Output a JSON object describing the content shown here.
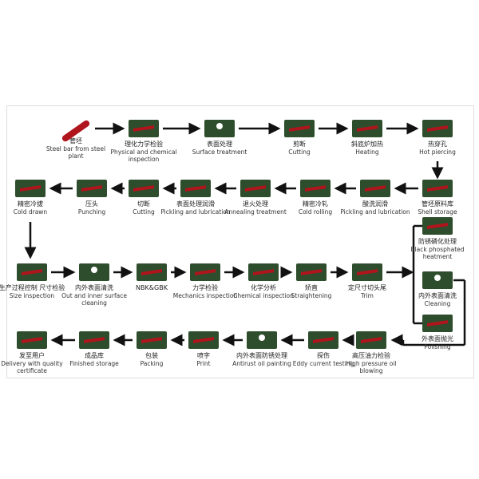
{
  "colors": {
    "icon": "#2e4d2c",
    "accent": "#b0141c",
    "arrow": "#111111"
  },
  "rows": [
    [
      {
        "cn": "管坯",
        "en": "Steel bar from steel plant",
        "icon": "steel-bar-icon"
      },
      {
        "cn": "理化力学检验",
        "en": "Physical and chemical inspection",
        "icon": "inspection-icon"
      },
      {
        "cn": "表面处理",
        "en": "Surface treatment",
        "icon": "surface-treatment-icon"
      },
      {
        "cn": "剪断",
        "en": "Cutting",
        "icon": "cutting-icon"
      },
      {
        "cn": "斜底炉加热",
        "en": "Heating",
        "icon": "furnace-icon"
      },
      {
        "cn": "热穿孔",
        "en": "Hot piercing",
        "icon": "piercing-icon"
      }
    ],
    [
      {
        "cn": "管坯原料库",
        "en": "Shell storage",
        "icon": "storage-icon"
      },
      {
        "cn": "酸洗润滑",
        "en": "Pickling and lubrication",
        "icon": "pickling-icon"
      },
      {
        "cn": "精密冷轧",
        "en": "Cold rolling",
        "icon": "cold-rolling-icon"
      },
      {
        "cn": "退火处理",
        "en": "Annealing treatment",
        "icon": "annealing-icon"
      },
      {
        "cn": "表面处理润滑",
        "en": "Pickling and lubrication",
        "icon": "pickling-icon"
      },
      {
        "cn": "切断",
        "en": "Cutting",
        "icon": "cutting-icon"
      },
      {
        "cn": "压头",
        "en": "Punching",
        "icon": "punching-icon"
      },
      {
        "cn": "精密冷拔",
        "en": "Cold drawn",
        "icon": "cold-drawn-icon"
      }
    ],
    [
      {
        "cn": "生产过程控制 尺寸检验",
        "en": "Size inspection",
        "icon": "size-inspection-icon"
      },
      {
        "cn": "内外表面清洗",
        "en": "Out and inner surface cleaning",
        "icon": "cleaning-icon"
      },
      {
        "cn": "NBK&GBK",
        "en": "",
        "icon": "nbk-gbk-icon"
      },
      {
        "cn": "力学检验",
        "en": "Mechanics inspection",
        "icon": "mechanics-icon"
      },
      {
        "cn": "化学分析",
        "en": "Chemical inspection",
        "icon": "chemical-icon"
      },
      {
        "cn": "矫直",
        "en": "Straightening",
        "icon": "straightening-icon"
      },
      {
        "cn": "定尺寸切头尾",
        "en": "Trim",
        "icon": "trim-icon"
      }
    ],
    [
      {
        "cn": "高压油力检验",
        "en": "High pressure oil blowing",
        "icon": "oil-blowing-icon"
      },
      {
        "cn": "探伤",
        "en": "Eddy current testing",
        "icon": "eddy-current-icon"
      },
      {
        "cn": "内外表面防锈处理",
        "en": "Antirust oil painting",
        "icon": "antirust-icon"
      },
      {
        "cn": "喷字",
        "en": "Print",
        "icon": "print-icon"
      },
      {
        "cn": "包装",
        "en": "Packing",
        "icon": "packing-icon"
      },
      {
        "cn": "成品库",
        "en": "Finished storage",
        "icon": "finished-storage-icon"
      },
      {
        "cn": "发至用户",
        "en": "Delivery with quality certificate",
        "icon": "delivery-icon"
      }
    ],
    [
      {
        "cn": "防锈磷化处理",
        "en": "Black phosphated heatment",
        "icon": "phosphating-icon"
      },
      {
        "cn": "内外表面清洗",
        "en": "Cleaning",
        "icon": "cleaning-icon"
      },
      {
        "cn": "外表面抛光",
        "en": "Polishing",
        "icon": "polishing-icon"
      }
    ]
  ]
}
